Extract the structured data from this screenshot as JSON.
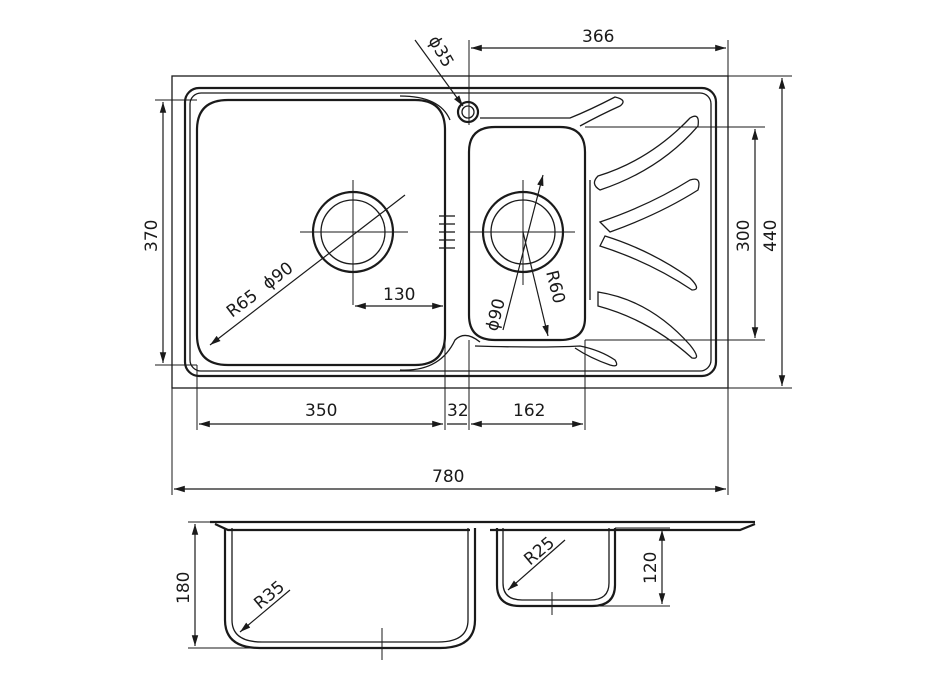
{
  "top_view": {
    "dims": {
      "width_drainboard": "366",
      "tap_hole_dia": "ϕ35",
      "left_bowl_height": "370",
      "right_bowl_height": "300",
      "overall_depth": "440",
      "corner_radius_left": "R65",
      "drain_dia_left": "ϕ90",
      "drain_offset": "130",
      "drain_dia_right": "ϕ90",
      "corner_radius_right": "R60",
      "left_bowl_width": "350",
      "divider_width": "32",
      "right_bowl_width": "162",
      "overall_width": "780"
    }
  },
  "side_view": {
    "dims": {
      "left_bowl_depth": "180",
      "left_bottom_radius": "R35",
      "right_bottom_radius": "R25",
      "right_bowl_depth": "120"
    }
  }
}
